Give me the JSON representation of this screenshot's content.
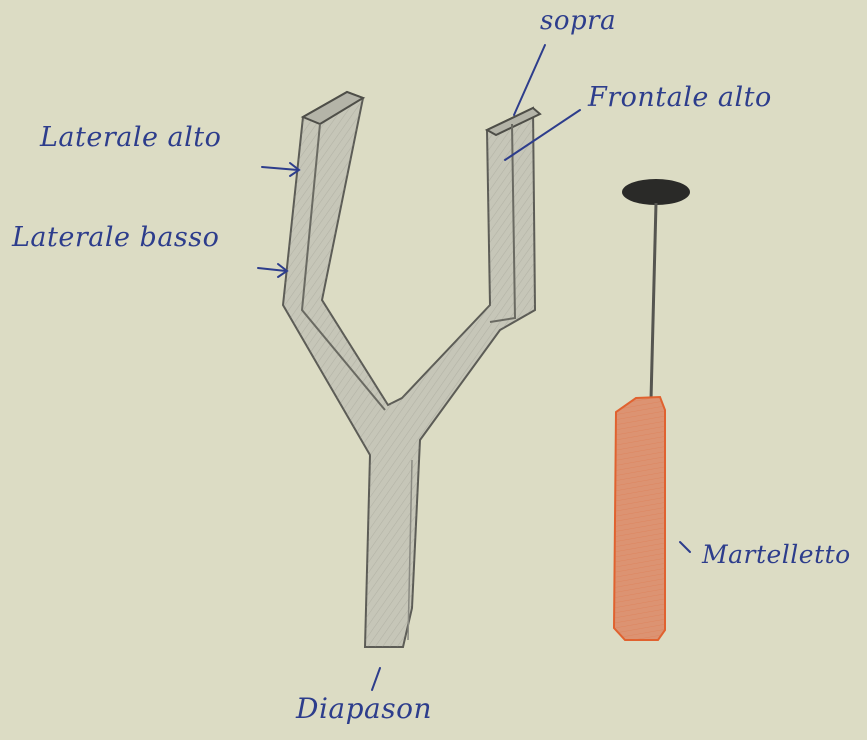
{
  "labels": {
    "top": "sopra",
    "front_high": "Frontale alto",
    "side_high": "Laterale alto",
    "side_low": "Laterale basso",
    "fork": "Diapason",
    "hammer": "Martelletto"
  },
  "colors": {
    "paper": "#dcdcc4",
    "ink": "#2d3d8c",
    "pencil": "#9a9a8e",
    "hammer_handle": "#d8896a",
    "hammer_outline": "#e0622f",
    "hammer_head": "#2a2a28"
  }
}
